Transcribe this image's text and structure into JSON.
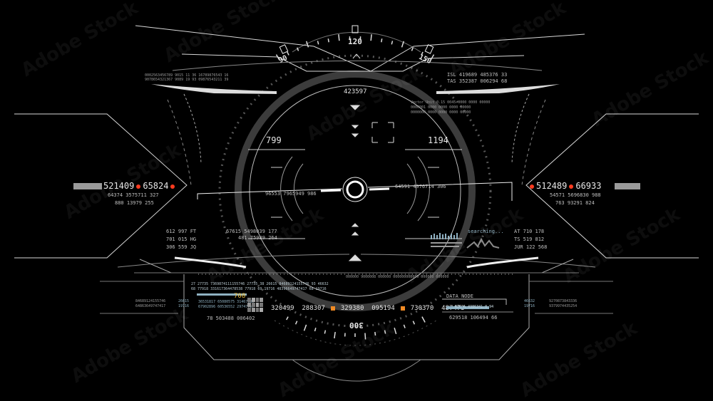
{
  "heading": {
    "left": "90",
    "center": "120",
    "right": "150",
    "bottom": "300"
  },
  "top_readout": "423597",
  "speed_left": "799",
  "speed_right": "1194",
  "left_panel": {
    "main_a": "521409",
    "main_b": "65824",
    "line2": "64374  3575711  327",
    "line3": "880  13979  255"
  },
  "right_panel": {
    "main_a": "512489",
    "main_b": "66933",
    "line2": "54571  5696830  988",
    "line3": "763  93291  824"
  },
  "isl_block": {
    "l1": "ISL   419689  485376  33",
    "l2": "TAS   352387  006294  68"
  },
  "tiny_top": {
    "l1": "0002563456789    9015    11  36    16789876543  16",
    "l2": "9078654321367    9089    19  93    09876543211  39"
  },
  "tiny_right_top": {
    "l1": "Vector Unit 0.15        0045 0000 0000 00000",
    "l2": "0000001       0000 0000 0000 00000",
    "l3": "0000000       0000 0000 0000 00000"
  },
  "horizon_left": "96553  7965949  986",
  "horizon_right": "64591  4976714  306",
  "left_stats": {
    "r1": "612  997    FT",
    "r2": "701  015    HG",
    "r3": "306  559    JQ"
  },
  "mid_stats": {
    "r1": "67615  5498039  177",
    "r2": "481  75989  264"
  },
  "searching": "searching...",
  "right_stats": {
    "r1": "AT   710   178",
    "r2": "TS   519   812",
    "r3": "JUR  122   568"
  },
  "lower_rows": {
    "r0": "000000    9000008    000000  000000000000  000000  000000",
    "r1": "27    27735    7369874111155746    27735    38    26615    84689124155746    93    46632",
    "r2": "68    77918    331617364478538    77918    69    19716    48396649747417    68    19716"
  },
  "left_lower": {
    "r1": "84689124155746",
    "r2": "64863649747417",
    "c1": "26615",
    "c2": "19716"
  },
  "panel_708": {
    "value": "708",
    "r1": "36531817  65080575  31467985",
    "r2": "67902896  60536552  29747757"
  },
  "bottom_row": {
    "a": "320499",
    "b": "288307",
    "c": "329380",
    "d": "095194",
    "e": "730370",
    "f": "487473"
  },
  "bottom_left": "78   503488   006402",
  "data_node": {
    "label": "DATA NODE",
    "bar_text": "0J6_A 4986341.0  94",
    "num": "629518   106494   66"
  },
  "right_lower": {
    "r1": "46632",
    "r2": "19716",
    "n1": "9270873843336",
    "n2": "9379974435254"
  },
  "side_id": "#257158864",
  "watermark": "Adobe Stock",
  "colors": {
    "accent_red": "#ff3b1f",
    "accent_orange": "#f08a24",
    "line": "#d0d0d0",
    "data_blue": "#8fb1c2"
  }
}
